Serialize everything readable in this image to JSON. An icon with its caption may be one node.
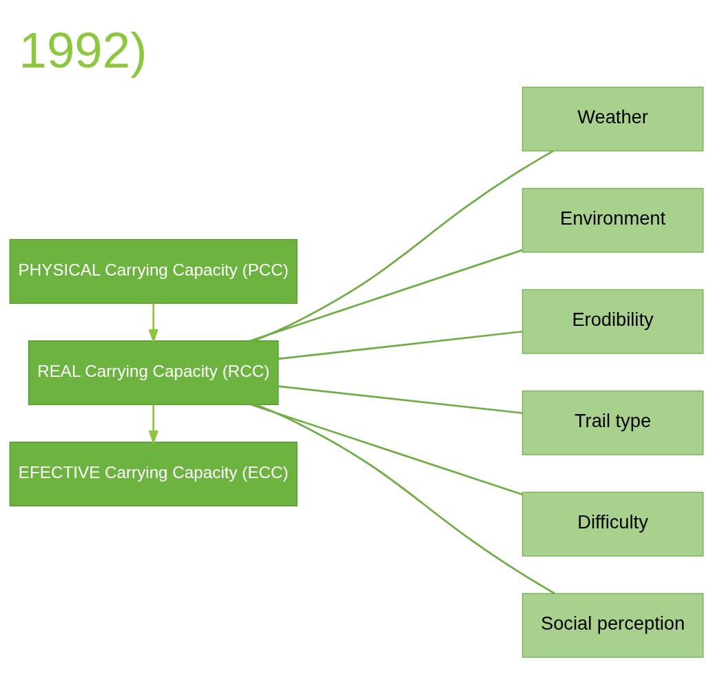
{
  "diagram": {
    "title": "1992)",
    "nodes": [
      {
        "text": [
          "PHYSICAL Carrying Capacity (PCC)"
        ]
      },
      {
        "text": [
          "REAL Carrying Capacity (RCC)"
        ]
      },
      {
        "text": [
          "EFECTIVE Carrying Capacity (ECC)"
        ]
      },
      {
        "text": [
          "Weather"
        ]
      },
      {
        "text": [
          "Environment"
        ]
      },
      {
        "text": [
          "Erodibility"
        ]
      },
      {
        "text": [
          "Trail type"
        ]
      },
      {
        "text": [
          "Difficulty"
        ]
      },
      {
        "text": [
          "Social perception"
        ]
      }
    ],
    "edges": [
      {
        "from": 0,
        "to": 1,
        "arrow": "to",
        "color": "#8cc63f"
      },
      {
        "from": 1,
        "to": 2,
        "arrow": "to",
        "color": "#8cc63f"
      },
      {
        "from": 1,
        "to": 3,
        "arrow": "none"
      },
      {
        "from": 1,
        "to": 4,
        "arrow": "none"
      },
      {
        "from": 1,
        "to": 5,
        "arrow": "none"
      },
      {
        "from": 1,
        "to": 6,
        "arrow": "none"
      },
      {
        "from": 1,
        "to": 7,
        "arrow": "none"
      },
      {
        "from": 1,
        "to": 8,
        "arrow": "none"
      }
    ]
  }
}
